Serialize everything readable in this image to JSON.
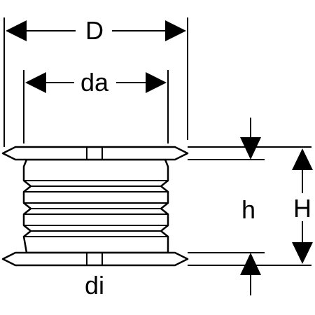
{
  "labels": {
    "outer_diameter": "D",
    "outside_diameter": "da",
    "inside_diameter": "di",
    "inner_height": "h",
    "overall_height": "H"
  },
  "colors": {
    "stroke": "#000000",
    "fill": "#ffffff"
  }
}
